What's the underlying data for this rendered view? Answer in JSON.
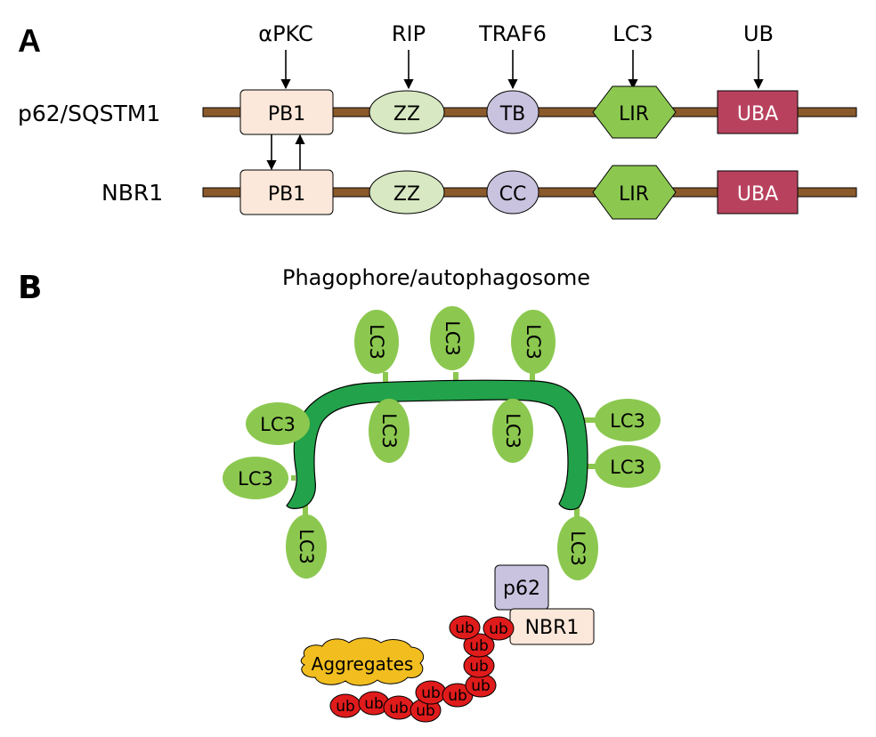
{
  "panel_a": {
    "label": "A",
    "inputs": [
      "αPKC",
      "RIP",
      "TRAF6",
      "LC3",
      "UB"
    ],
    "proteins": [
      {
        "name": "p62/SQSTM1",
        "domains": [
          "PB1",
          "ZZ",
          "TB",
          "LIR",
          "UBA"
        ]
      },
      {
        "name": "NBR1",
        "domains": [
          "PB1",
          "ZZ",
          "CC",
          "LIR",
          "UBA"
        ]
      }
    ]
  },
  "panel_b": {
    "label": "B",
    "title": "Phagophore/autophagosome",
    "lc3_label": "LC3",
    "p62_label": "p62",
    "nbr1_label": "NBR1",
    "aggregates_label": "Aggregates",
    "ub_label": "ub"
  },
  "colors": {
    "backbone": "#8B5A2B",
    "pb1": "#FCE8DA",
    "zz": "#D7E8C2",
    "tb_cc": "#C9C3DF",
    "lir": "#8CC850",
    "uba": "#B8425E",
    "membrane": "#22A24A",
    "lc3": "#8CC850",
    "ub": "#E01B1B",
    "aggregates": "#F2BE1F"
  }
}
